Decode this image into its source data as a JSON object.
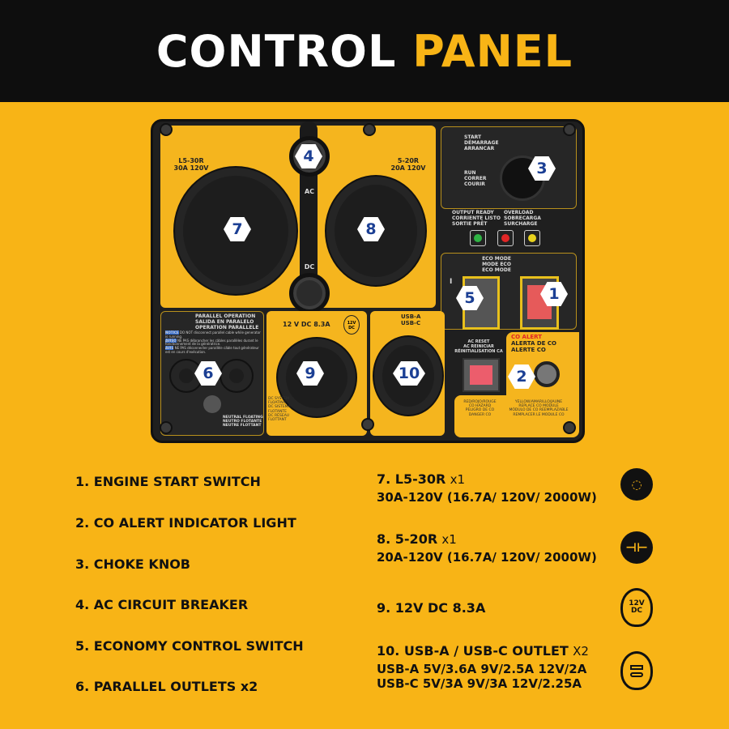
{
  "header": {
    "title_main": "CONTROL",
    "title_accent": "PANEL"
  },
  "panel": {
    "l530": {
      "name": "L5-30R",
      "rating": "30A 120V"
    },
    "r520": {
      "name": "5-20R",
      "rating": "20A 120V"
    },
    "breaker": {
      "ac": "AC",
      "dc": "DC"
    },
    "choke": {
      "start": [
        "START",
        "DÉMARRAGE",
        "ARRANCAR"
      ],
      "run": [
        "RUN",
        "CORRER",
        "COURIR"
      ]
    },
    "indicators": {
      "output_ready": [
        "OUTPUT READY",
        "CORRIENTE LISTO",
        "SORTIE PRÊT"
      ],
      "overload": [
        "OVERLOAD",
        "SOBRECARGA",
        "SURCHARGE"
      ],
      "colors": {
        "green": "#2fb344",
        "red": "#e02626",
        "yellow": "#e8d21d"
      }
    },
    "eco": {
      "label": [
        "ECO MODE",
        "MODE ECO",
        "ECO MODE"
      ],
      "on": "I"
    },
    "parallel": {
      "title": [
        "PARALLEL OPERATION",
        "SALIDA EN PARALELO",
        "OPERATION PARALLELE"
      ],
      "notices": [
        {
          "tag": "NOTICE",
          "text": "DO NOT disconnect parallel cable while generator is running."
        },
        {
          "tag": "AVISO",
          "text": "NE PAS débrancher les câbles parallèles durant le fonctionnement de la génératrice."
        },
        {
          "tag": "AVIS",
          "text": "NE PAS déconnecter parallèle câble tout générateur est en cours d'exécution."
        }
      ],
      "neutral": [
        "NEUTRAL FLOATING",
        "NEUTRO FLOTANTE",
        "NEUTRE FLOTTANT"
      ]
    },
    "dc": {
      "label": "12 V DC  8.3A",
      "icon": "12V DC",
      "system": [
        "DC SYSTEM",
        "FLOATING",
        "DC SISTEMA",
        "FLOTANTE",
        "DC RÉSEAU",
        "FLOTTANT"
      ]
    },
    "usb": {
      "label": [
        "USB-A",
        "USB-C"
      ]
    },
    "ac_reset": [
      "AC RESET",
      "AC REINICIAR",
      "RÉINITIALISATION CA"
    ],
    "co_alert": {
      "label": [
        "CO ALERT",
        "ALERTA DE CO",
        "ALERTE CO"
      ],
      "red": [
        "RED/ROJO/ROUGE",
        "CO HAZARD",
        "PELIGRO DE CO",
        "DANGER CO"
      ],
      "yellow": [
        "YELLOW/AMARILLO/JAUNE",
        "REPLACE CO MODULE",
        "MÓDULO DE CO REEMPLAZABLE",
        "REMPLACER LE MODULE CO"
      ]
    },
    "badges": [
      "1",
      "2",
      "3",
      "4",
      "5",
      "6",
      "7",
      "8",
      "9",
      "10"
    ]
  },
  "legend_left": [
    "1. ENGINE START SWITCH",
    "2. CO ALERT INDICATOR LIGHT",
    "3. CHOKE KNOB",
    "4. AC CIRCUIT BREAKER",
    "5. ECONOMY CONTROL SWITCH",
    "6. PARALLEL OUTLETS x2"
  ],
  "legend_right": [
    {
      "title": "7. L5-30R",
      "qty": "x1",
      "lines": [
        "30A-120V (16.7A/ 120V/ 2000W)"
      ],
      "icon": "l5-30r-outlet-icon"
    },
    {
      "title": "8. 5-20R",
      "qty": "x1",
      "lines": [
        "20A-120V (16.7A/ 120V/ 2000W)"
      ],
      "icon": "5-20r-outlet-icon"
    },
    {
      "title": "9. 12V DC 8.3A",
      "qty": "",
      "lines": [],
      "icon": "12v-dc-outlet-icon",
      "icon_text": [
        "12V",
        "DC"
      ]
    },
    {
      "title": "10. USB-A / USB-C OUTLET",
      "qty": "X2",
      "lines": [
        "USB-A 5V/3.6A 9V/2.5A 12V/2A",
        "USB-C 5V/3A 9V/3A 12V/2.25A"
      ],
      "icon": "usb-outlet-icon"
    }
  ],
  "colors": {
    "brand_yellow": "#F8B416",
    "header_black": "#0e0e0e",
    "badge_blue": "#1b3f94"
  }
}
